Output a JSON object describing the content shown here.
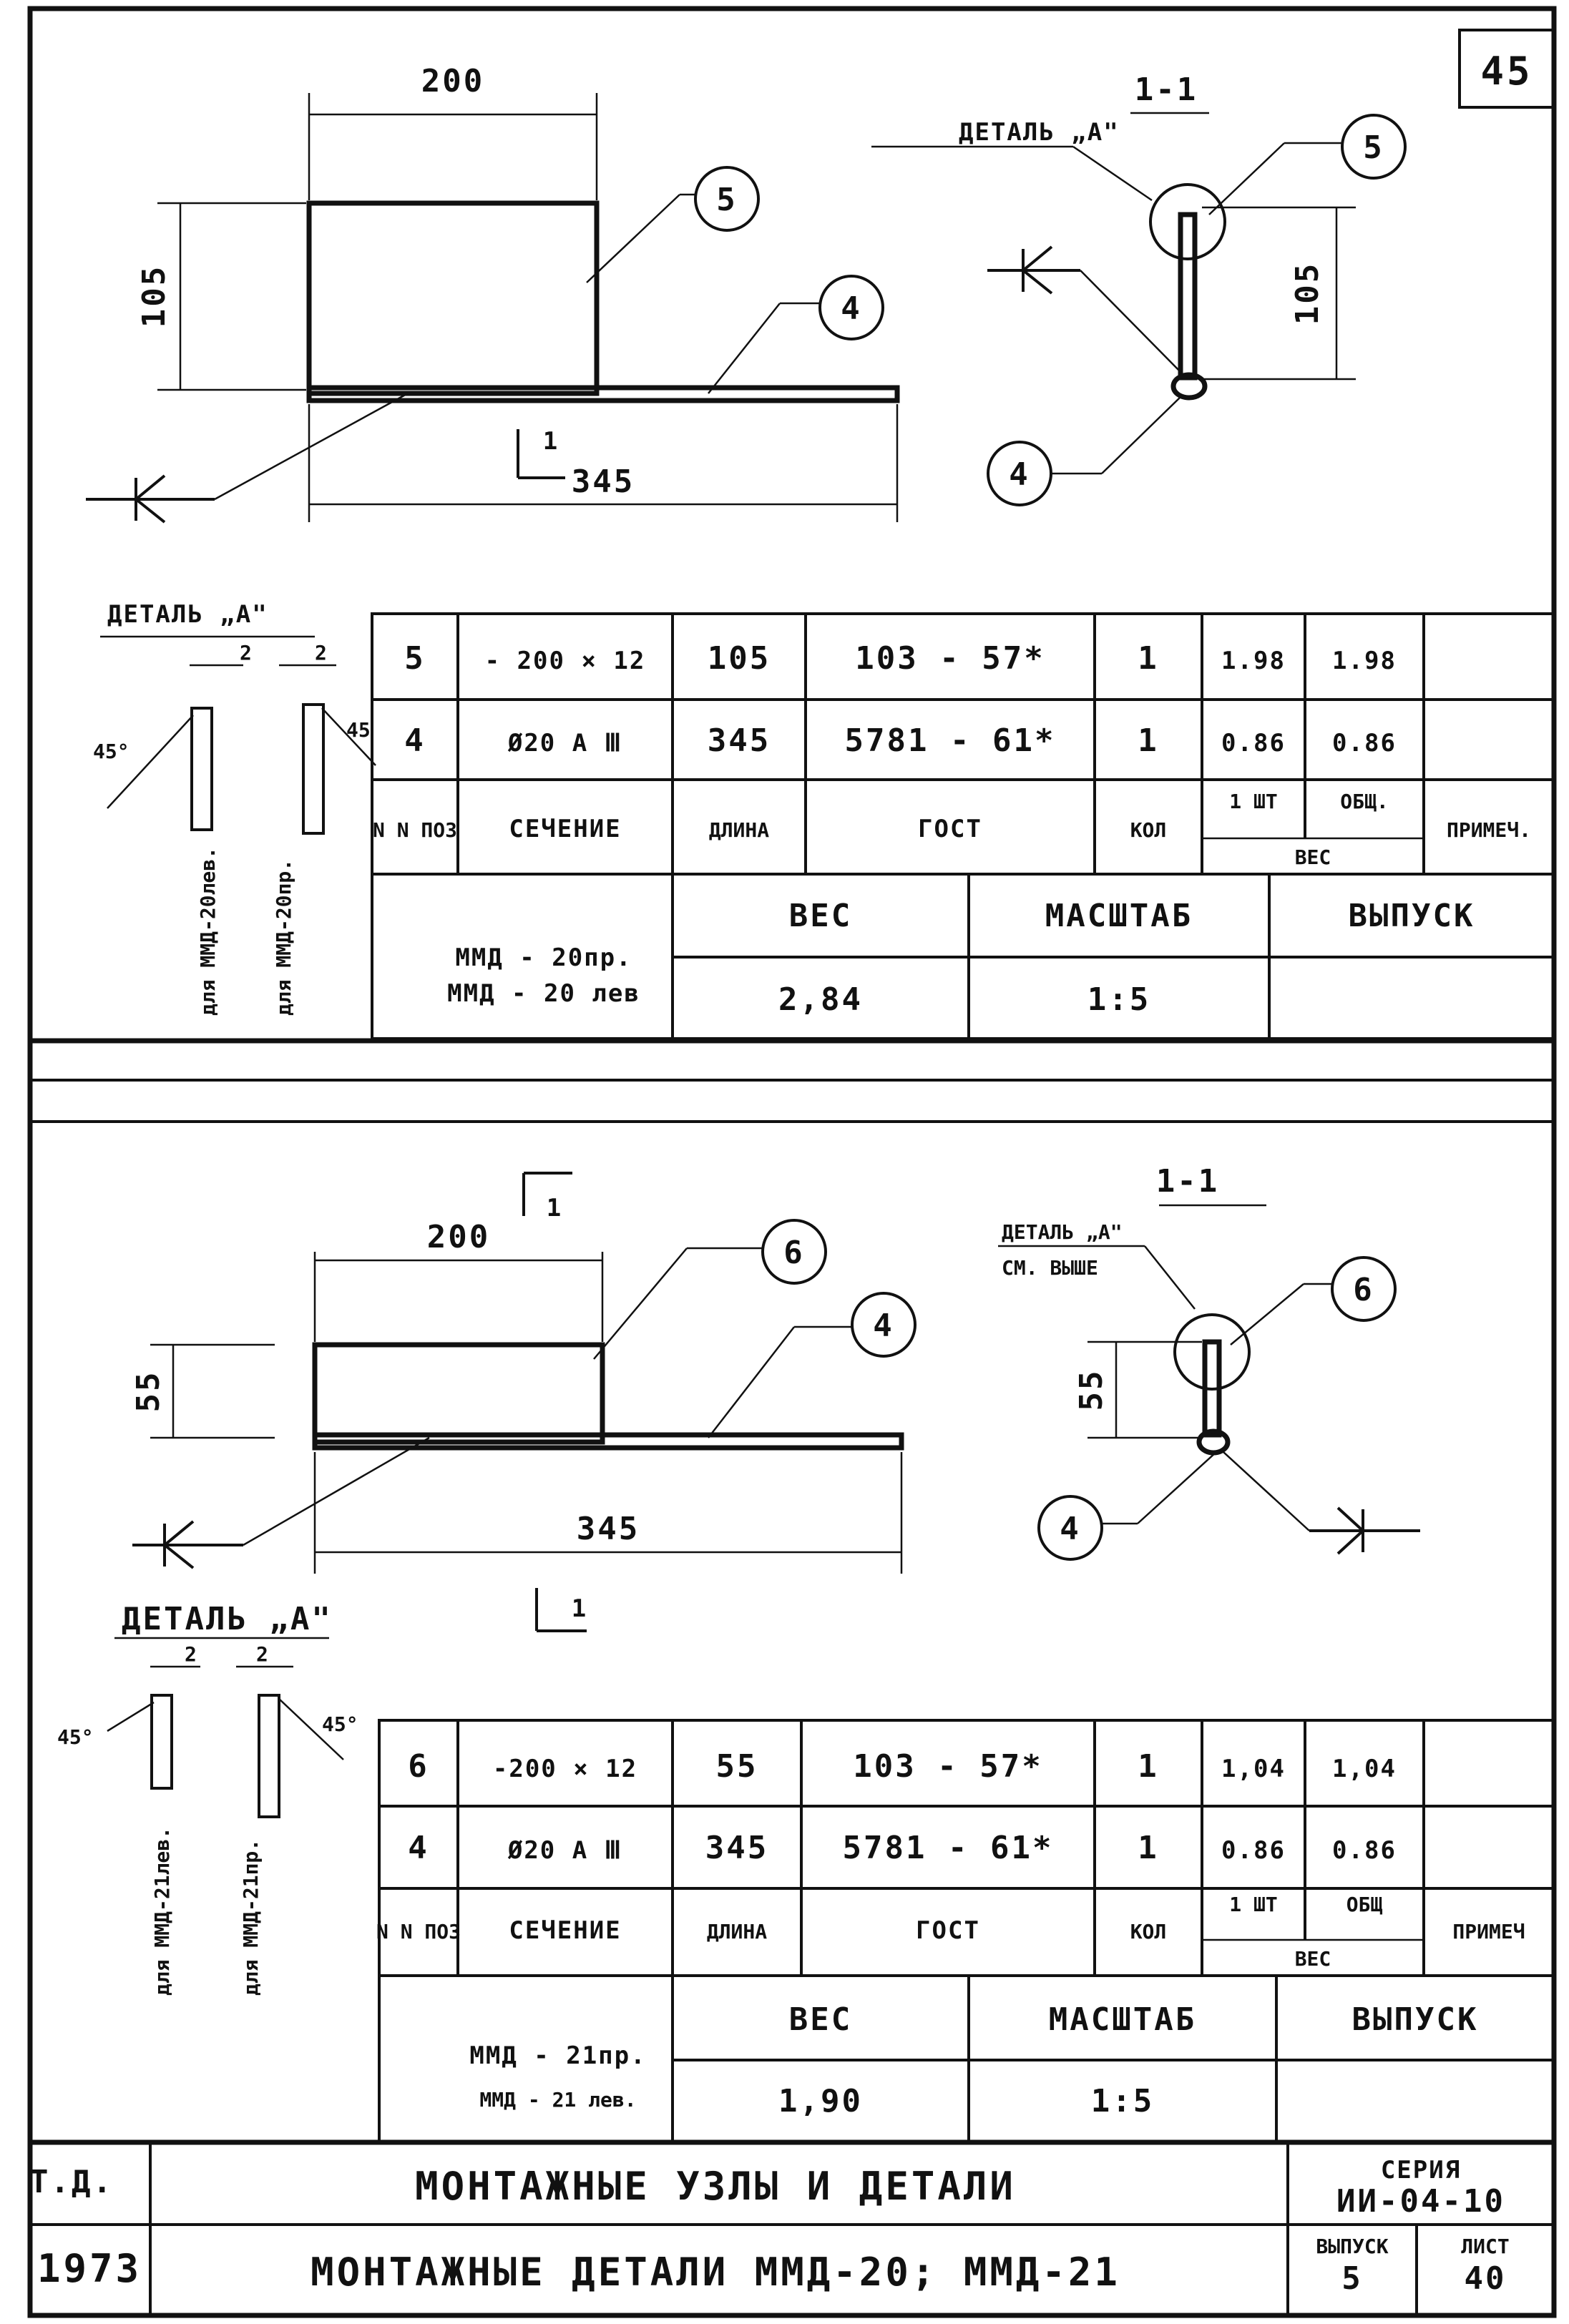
{
  "sheet_number": "45",
  "upper": {
    "dim_width": "200",
    "dim_height": "105",
    "dim_length": "345",
    "section_mark": "1",
    "section_title": "1-1",
    "detail_label": "ДЕТАЛЬ „А\"",
    "pos_plate": "5",
    "pos_bar": "4",
    "section_height": "105",
    "detail_title": "ДЕТАЛЬ „А\"",
    "detail_dim_a": "2",
    "detail_dim_b": "2",
    "detail_angle_a": "45°",
    "detail_angle_b": "45",
    "detail_left_caption": "для ММД-20лев.",
    "detail_right_caption": "для ММД-20пр.",
    "table": {
      "rows": [
        {
          "pos": "5",
          "section": "- 200 × 12",
          "length": "105",
          "gost": "103 - 57*",
          "qty": "1",
          "w_unit": "1.98",
          "w_total": "1.98",
          "note": ""
        },
        {
          "pos": "4",
          "section": "Ø20 A Ⅲ",
          "length": "345",
          "gost": "5781 - 61*",
          "qty": "1",
          "w_unit": "0.86",
          "w_total": "0.86",
          "note": ""
        }
      ],
      "headers": {
        "pos": "N N ПОЗ",
        "section": "СЕЧЕНИЕ",
        "length": "ДЛИНА",
        "gost": "ГОСТ",
        "qty": "КОЛ",
        "w_unit": "1 ШТ",
        "w_total": "ОБЩ.",
        "weight": "ВЕС",
        "note": "ПРИМЕЧ."
      }
    },
    "stamp": {
      "marks_line1": "ММД - 20пр.",
      "marks_line2": "ММД - 20 лев",
      "weight_label": "ВЕС",
      "scale_label": "МАСШТАБ",
      "issue_label": "ВЫПУСК",
      "weight_value": "2,84",
      "scale_value": "1:5",
      "issue_value": ""
    }
  },
  "lower": {
    "dim_width": "200",
    "dim_height": "55",
    "dim_length": "345",
    "section_mark": "1",
    "section_title": "1-1",
    "detail_label": "ДЕТАЛЬ „А\"",
    "detail_ref": "СМ. ВЫШЕ",
    "pos_plate": "6",
    "pos_bar": "4",
    "section_height": "55",
    "detail_title": "ДЕТАЛЬ „А\"",
    "detail_dim_a": "2",
    "detail_dim_b": "2",
    "detail_angle_a": "45°",
    "detail_angle_b": "45°",
    "detail_left_caption": "для ММД-21лев.",
    "detail_right_caption": "для ММД-21пр.",
    "table": {
      "rows": [
        {
          "pos": "6",
          "section": "-200 × 12",
          "length": "55",
          "gost": "103 - 57*",
          "qty": "1",
          "w_unit": "1,04",
          "w_total": "1,04",
          "note": ""
        },
        {
          "pos": "4",
          "section": "Ø20 A Ⅲ",
          "length": "345",
          "gost": "5781 - 61*",
          "qty": "1",
          "w_unit": "0.86",
          "w_total": "0.86",
          "note": ""
        }
      ],
      "headers": {
        "pos": "N N ПОЗ",
        "section": "СЕЧЕНИЕ",
        "length": "ДЛИНА",
        "gost": "ГОСТ",
        "qty": "КОЛ",
        "w_unit": "1 ШТ",
        "w_total": "ОБЩ",
        "weight": "ВЕС",
        "note": "ПРИМЕЧ"
      }
    },
    "stamp": {
      "marks_line1": "ММД - 21пр.",
      "marks_line2": "ММД - 21 лев.",
      "weight_label": "ВЕС",
      "scale_label": "МАСШТАБ",
      "issue_label": "ВЫПУСК",
      "weight_value": "1,90",
      "scale_value": "1:5",
      "issue_value": ""
    }
  },
  "title_block": {
    "org": "Т.Д.",
    "year": "1973",
    "title_main": "МОНТАЖНЫЕ УЗЛЫ И ДЕТАЛИ",
    "title_sub": "МОНТАЖНЫЕ ДЕТАЛИ   ММД-20; ММД-21",
    "series_label": "СЕРИЯ",
    "series_value": "ИИ-04-10",
    "issue_label": "ВЫПУСК",
    "issue_value": "5",
    "sheet_label": "ЛИСТ",
    "sheet_value": "40"
  }
}
